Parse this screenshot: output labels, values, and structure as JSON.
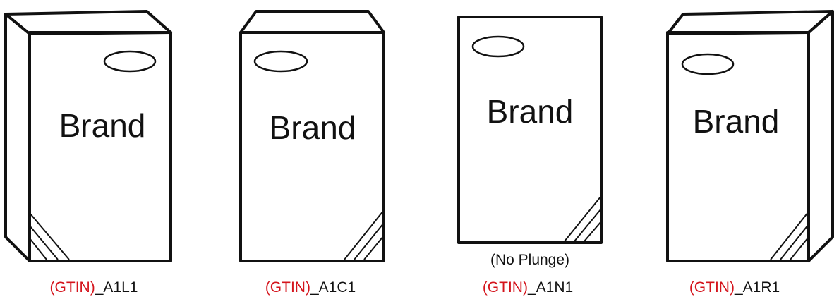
{
  "colors": {
    "gtin": "#d4141c",
    "outline": "#111111",
    "background": "#ffffff"
  },
  "packages": [
    {
      "brand": "Brand",
      "gtin": "(GTIN)",
      "suffix": "_A1L1",
      "note": ""
    },
    {
      "brand": "Brand",
      "gtin": "(GTIN)",
      "suffix": "_A1C1",
      "note": ""
    },
    {
      "brand": "Brand",
      "gtin": "(GTIN)",
      "suffix": "_A1N1",
      "note": "(No Plunge)"
    },
    {
      "brand": "Brand",
      "gtin": "(GTIN)",
      "suffix": "_A1R1",
      "note": ""
    }
  ]
}
